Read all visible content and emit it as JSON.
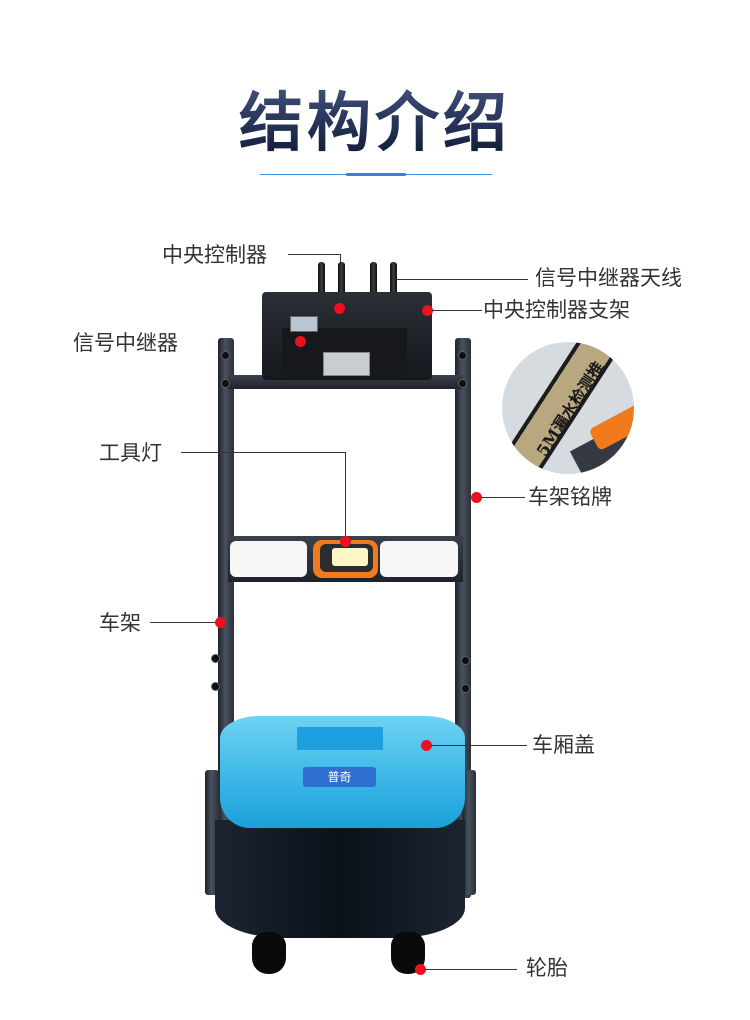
{
  "header": {
    "title": "结构介绍",
    "divider_color": "#3a8ee6"
  },
  "callouts": [
    {
      "id": "central-controller",
      "label": "中央控制器",
      "side": "left"
    },
    {
      "id": "signal-repeater-antenna",
      "label": "信号中继器天线",
      "side": "right"
    },
    {
      "id": "controller-bracket",
      "label": "中央控制器支架",
      "side": "right"
    },
    {
      "id": "signal-repeater",
      "label": "信号中继器",
      "side": "left"
    },
    {
      "id": "tool-light",
      "label": "工具灯",
      "side": "left"
    },
    {
      "id": "frame-nameplate",
      "label": "车架铭牌",
      "side": "right"
    },
    {
      "id": "frame",
      "label": "车架",
      "side": "left"
    },
    {
      "id": "compartment-cover",
      "label": "车厢盖",
      "side": "right"
    },
    {
      "id": "wheels",
      "label": "轮胎",
      "side": "right"
    }
  ],
  "inset": {
    "nameplate_text": "5M漏水检测推"
  },
  "product": {
    "cover_logo": "普奇"
  },
  "colors": {
    "marker": "#ee0f1f",
    "leader_line": "#333333",
    "cover_blue": "#38b5e6",
    "lamp_orange": "#f07a1c",
    "frame_dark": "#2b313b"
  }
}
